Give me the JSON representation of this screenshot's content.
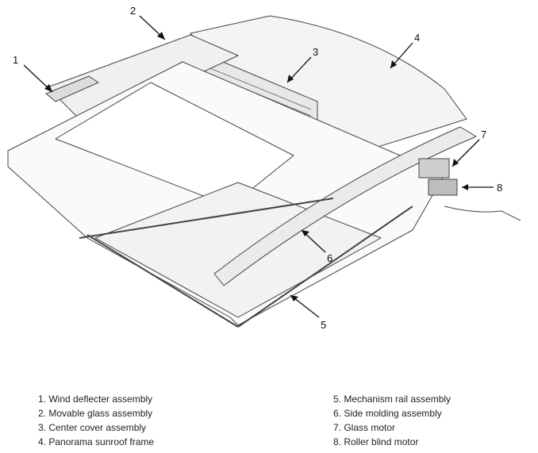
{
  "diagram": {
    "callouts": [
      "1",
      "2",
      "3",
      "4",
      "5",
      "6",
      "7",
      "8"
    ]
  },
  "legend": {
    "left": [
      "1. Wind deflecter assembly",
      "2. Movable glass assembly",
      "3. Center cover assembly",
      "4. Panorama sunroof frame"
    ],
    "right": [
      "5. Mechanism rail assembly",
      "6. Side molding assembly",
      "7. Glass motor",
      "8. Roller blind motor"
    ]
  }
}
